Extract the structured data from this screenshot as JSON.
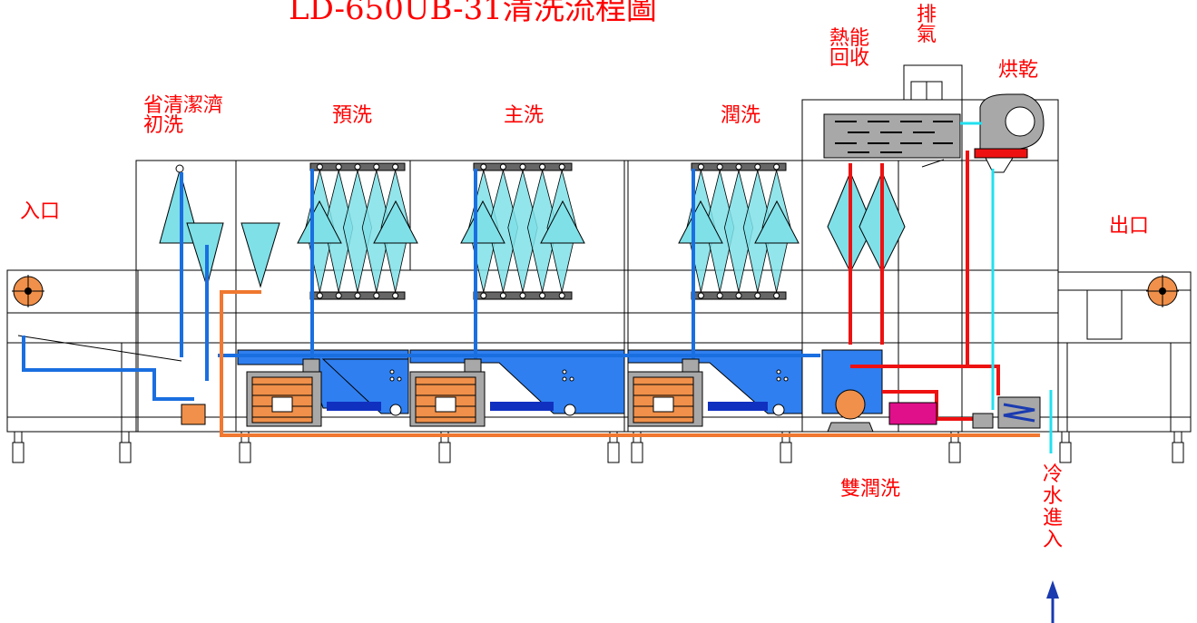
{
  "title": "LD-650UB-31清洗流程圖",
  "labels": {
    "entrance": "入口",
    "exit": "出口",
    "water_saving_prewash": "省清潔濟\n初洗",
    "prewash": "預洗",
    "main_wash": "主洗",
    "rinse": "潤洗",
    "heat_recovery": "熱能\n回收",
    "exhaust": "排\n氣",
    "drying": "烘乾",
    "double_rinse": "雙潤洗",
    "cold_water_inlet": "冷水進入"
  },
  "colors": {
    "label": "#ff0000",
    "outline": "#000000",
    "spray": "#7fe0e8",
    "pipe_blue": "#1a6fe0",
    "tank_blue": "#2f7ff0",
    "pipe_orange": "#f07830",
    "pipe_red": "#ee1111",
    "pipe_cyan": "#22e0f0",
    "pump_orange": "#f0904a",
    "magenta": "#e0108a",
    "gray": "#a8a8a8"
  }
}
